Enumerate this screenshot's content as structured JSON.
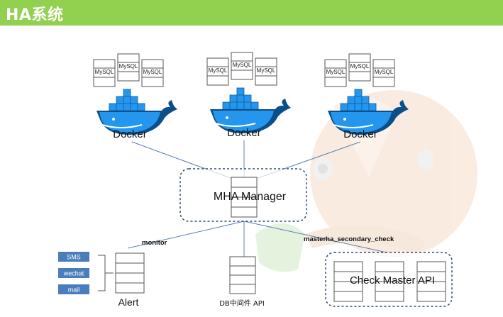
{
  "header": {
    "title": "HA系统",
    "color": "#92d050"
  },
  "colors": {
    "docker": "#2496ed",
    "docker_dark": "#0b5fa5",
    "line": "#5a7fb5",
    "box_stroke": "#555555",
    "dash": "#2f4a7a",
    "label_box": "#4a7ebb"
  },
  "docker_hosts": [
    {
      "label": "Docker",
      "db_labels": [
        "MySQL",
        "MySQL",
        "MySQL"
      ]
    },
    {
      "label": "Docker",
      "db_labels": [
        "MySQL",
        "MySQL",
        "MySQL"
      ]
    },
    {
      "label": "Docker",
      "db_labels": [
        "MySQL",
        "MySQL",
        "MySQL"
      ]
    }
  ],
  "manager": {
    "label": "MHA Manager"
  },
  "connections": {
    "monitor": "monitor",
    "secondary_check": "masterha_secondary_check"
  },
  "alert": {
    "label": "Alert",
    "channels": [
      "SMS",
      "wechat",
      "mail"
    ]
  },
  "middleware": {
    "label": "DB中间件 API"
  },
  "check_master": {
    "label": "Check Master API"
  }
}
